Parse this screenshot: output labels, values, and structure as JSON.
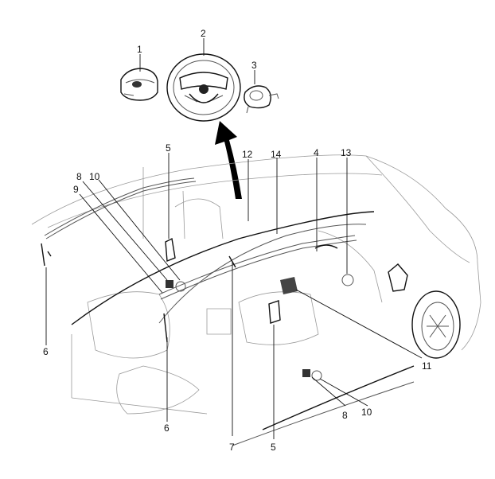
{
  "figure": {
    "callouts": {
      "n1": "1",
      "n2": "2",
      "n3": "3",
      "n4": "4",
      "n5a": "5",
      "n5b": "5",
      "n6a": "6",
      "n6b": "6",
      "n7": "7",
      "n8a": "8",
      "n8b": "8",
      "n9": "9",
      "n10a": "10",
      "n10b": "10",
      "n11": "11",
      "n12": "12",
      "n13": "13",
      "n14": "14"
    },
    "colors": {
      "line": "#111111",
      "ghost": "#9a9a9a",
      "arrow": "#000000"
    }
  }
}
